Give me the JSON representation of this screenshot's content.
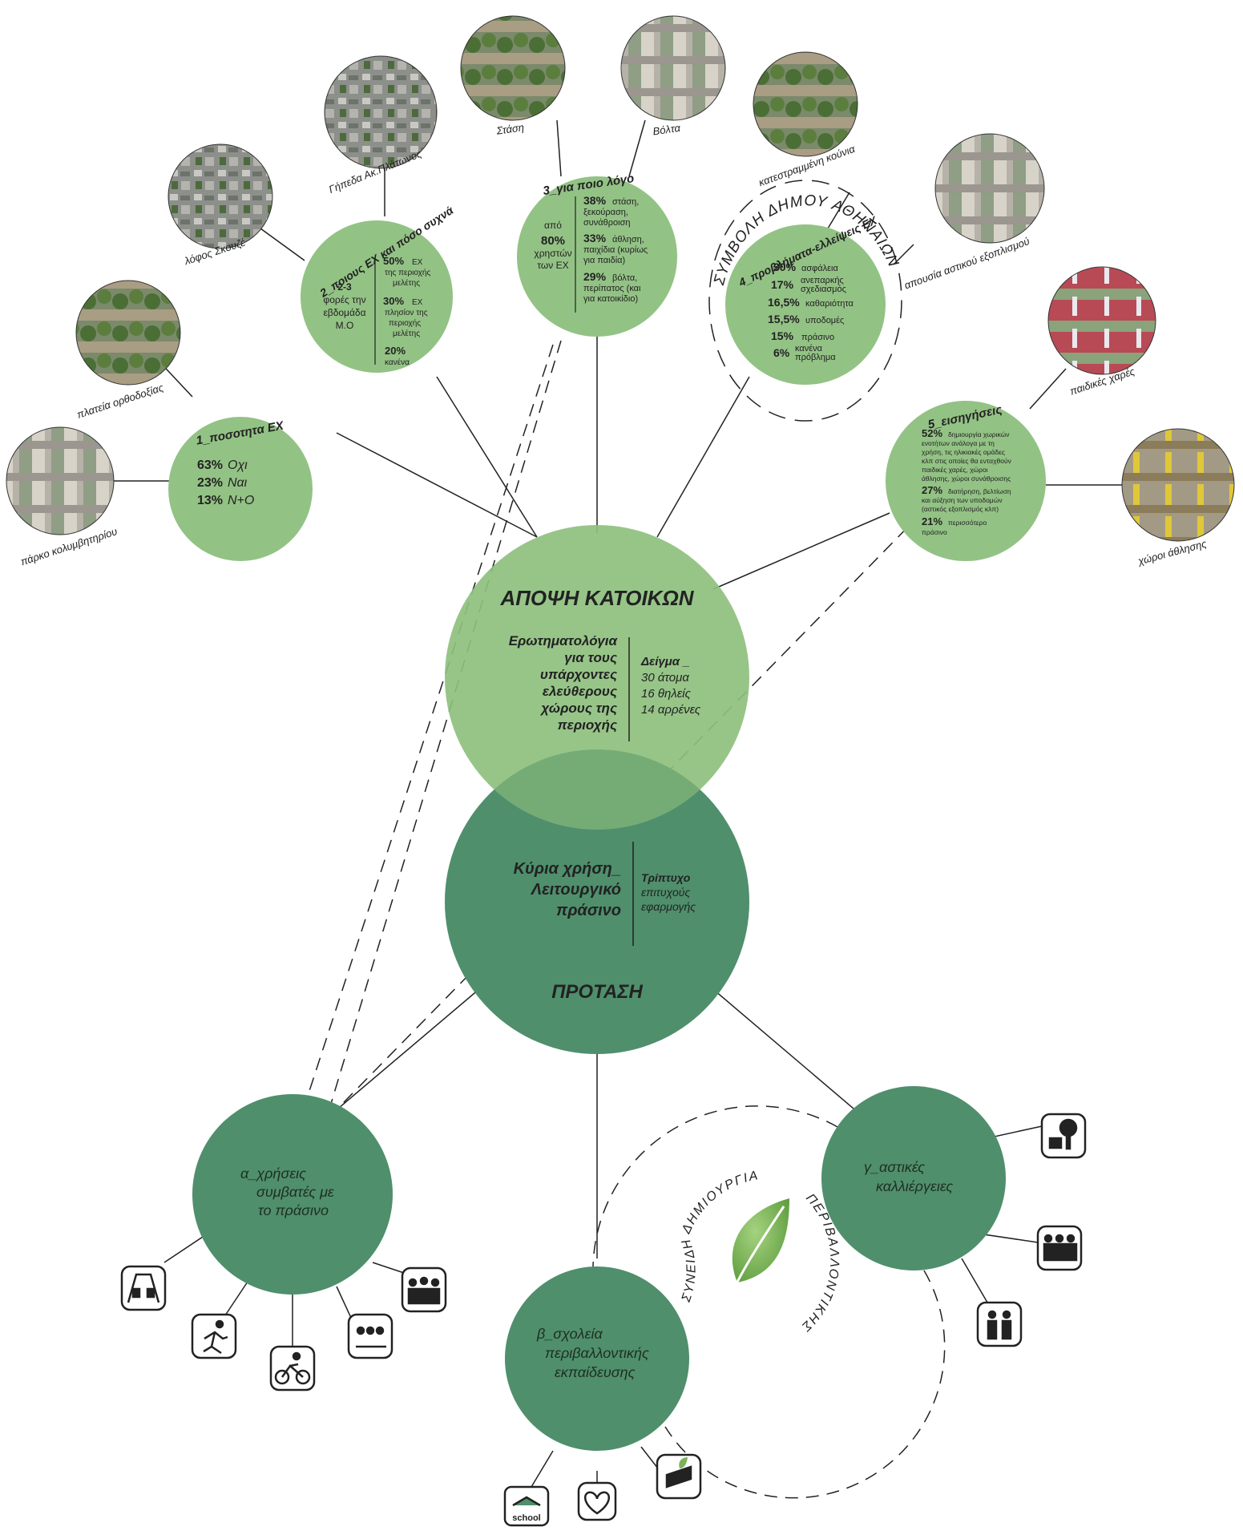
{
  "center": {
    "title": "ΑΠΟΨΗ ΚΑΤΟΙΚΩΝ",
    "left_lines": [
      "Ερωτηματολόγια",
      "για τους",
      "υπάρχοντες",
      "ελεύθερους",
      "χώρους της",
      "περιοχής"
    ],
    "sample_title": "Δείγμα _",
    "sample_lines": [
      "30 άτομα",
      "16 θηλείς",
      "14 αρρένες"
    ]
  },
  "proposal": {
    "title": "ΠΡΟΤΑΣΗ",
    "left_lines": [
      "Κύρια χρήση_",
      "Λειτουργικό",
      "πράσινο"
    ],
    "right_lines": [
      "Τρίπτυχο",
      "επιτυχούς",
      "εφαρμογής"
    ]
  },
  "q1": {
    "title": "1_ποσοτητα ΕΧ",
    "rows": [
      {
        "pct": "63%",
        "text": "Οχι"
      },
      {
        "pct": "23%",
        "text": "Ναι"
      },
      {
        "pct": "13%",
        "text": "Ν+Ο"
      }
    ]
  },
  "q2": {
    "title": "2_ποιους ΕΧ και πόσο συχνά",
    "left_head": "2-3",
    "left_lines": [
      "φορές την",
      "εβδομάδα",
      "Μ.Ο"
    ],
    "items": [
      {
        "pct": "50%",
        "lines": [
          "ΕΧ",
          "της περιοχής",
          "μελέτης"
        ]
      },
      {
        "pct": "30%",
        "lines": [
          "ΕΧ",
          "πλησίον της",
          "περιοχής",
          "μελέτης"
        ]
      },
      {
        "pct": "20%",
        "lines": [
          "κανένα"
        ]
      }
    ]
  },
  "q3": {
    "title": "3_για ποιο λόγο",
    "left_lines": [
      "από",
      "80%",
      "χρηστών",
      "των ΕΧ"
    ],
    "items": [
      {
        "pct": "38%",
        "lines": [
          "στάση,",
          "ξεκούραση,",
          "συνάθροιση"
        ]
      },
      {
        "pct": "33%",
        "lines": [
          "άθληση,",
          "παιχίδια (κυρίως",
          "για παιδία)"
        ]
      },
      {
        "pct": "29%",
        "lines": [
          "βόλτα,",
          "περίπατος (και",
          "για κατοικίδιο)"
        ]
      }
    ]
  },
  "q4": {
    "title": "4_προβλήματα-ελλείψεις ΕΧ",
    "ring_label": "ΣΥΜΒΟΛΗ ΔΗΜΟΥ ΑΘΗΝΑΙΩΝ",
    "items": [
      {
        "pct": "30%",
        "lines": [
          "ασφάλεια"
        ]
      },
      {
        "pct": "17%",
        "lines": [
          "ανεπαρκής",
          "σχεδιασμός"
        ]
      },
      {
        "pct": "16,5%",
        "lines": [
          "καθαριότητα"
        ]
      },
      {
        "pct": "15,5%",
        "lines": [
          "υποδομές"
        ]
      },
      {
        "pct": "15%",
        "lines": [
          "πράσινο"
        ]
      },
      {
        "pct": "6%",
        "lines": [
          "κανένα",
          "πρόβλημα"
        ]
      }
    ]
  },
  "q5": {
    "title": "5_εισηγήσεις",
    "paragraphs": [
      {
        "pct": "52%",
        "lines": [
          "δημιουργία χωρικών",
          "ενοτήτων ανάλογα με τη",
          "χρήση, τις ηλικιακές ομάδες",
          "κλπ στις οποίες θα ενταχθούν",
          "παιδικές χαρές, χώροι",
          "άθλησης, χώροι συνάθροισης"
        ]
      },
      {
        "pct": "27%",
        "lines": [
          "διατήρηση, βελτίωση",
          "και αύξηση των υποδομών",
          "(αστικός εξοπλισμός κλπ)"
        ]
      },
      {
        "pct": "21%",
        "lines": [
          "περισσότερο",
          "πράσινο"
        ]
      }
    ]
  },
  "photos": [
    {
      "label": "πάρκο κολυμβητηρίου",
      "icon": "photo-park"
    },
    {
      "label": "πλατεία ορθοδοξίας",
      "icon": "photo-square"
    },
    {
      "label": "λόφος Σκουζέ",
      "icon": "photo-aerial"
    },
    {
      "label": "Γήπεδα Ακ.Πλάτωνος",
      "icon": "photo-aerial"
    },
    {
      "label": "Στάση",
      "icon": "photo-park"
    },
    {
      "label": "Βόλτα",
      "icon": "photo-street"
    },
    {
      "label": "κατεστραμμένη κούνια",
      "icon": "photo-swing"
    },
    {
      "label": "απουσία αστικού εξοπλισμού",
      "icon": "photo-street"
    },
    {
      "label": "παιδικές χαρές",
      "icon": "photo-playground"
    },
    {
      "label": "χώροι άθλησης",
      "icon": "photo-gym"
    }
  ],
  "branch_a": {
    "lines": [
      "α_χρήσεις",
      "συμβατές με",
      "το πράσινο"
    ]
  },
  "branch_b": {
    "lines": [
      "β_σχολεία",
      "περιβαλλοντικής",
      "εκπαίδευσης"
    ]
  },
  "branch_c": {
    "lines": [
      "γ_αστικές",
      "καλλιέργειες"
    ]
  },
  "cycle_words": [
    "ΔΗΜΙΟΥΡΓΙΑ",
    "ΠΕΡΙΒΑΛΛΟΝΤΙΚΗΣ",
    "ΣΥΝΕΙΔΗΣΗΣ"
  ],
  "school_icon_label": "school",
  "colors": {
    "light_green": "#8ec07e",
    "mid_green": "#93c285",
    "dark_green": "#4f8f6c",
    "leaf": "#7db35a"
  }
}
